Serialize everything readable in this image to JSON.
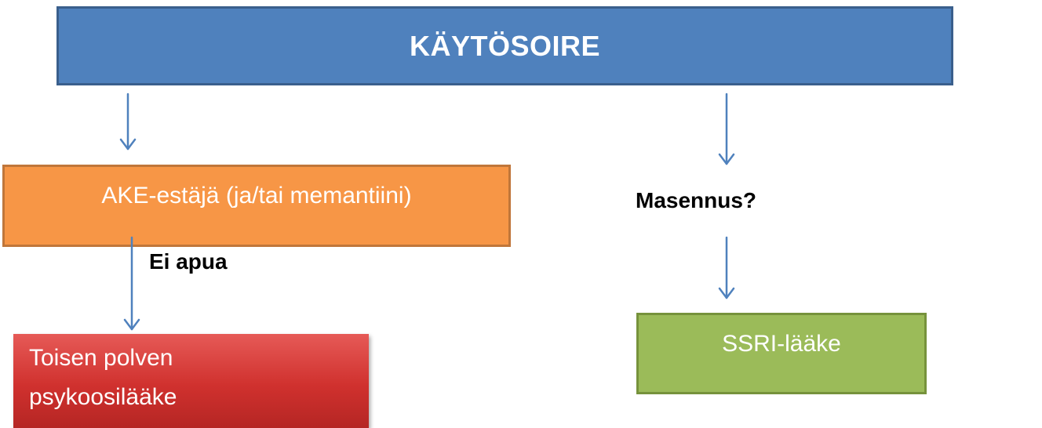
{
  "title": "KÄYTÖSOIRE",
  "nodes": {
    "ache_inhibitor": "AKE-estäjä (ja/tai memantiini)",
    "second_gen_antipsychotic": [
      "Toisen polven",
      "psykoosilääke"
    ],
    "ssri": "SSRI-lääke"
  },
  "edge_labels": {
    "no_help": "Ei apua",
    "depression": "Masennus?"
  },
  "colors": {
    "title_box": "#4f81bd",
    "ache_box": "#f79646",
    "antipsychotic_box": "#d0312e",
    "ssri_box": "#9bbb59",
    "arrow": "#4f81bd"
  }
}
